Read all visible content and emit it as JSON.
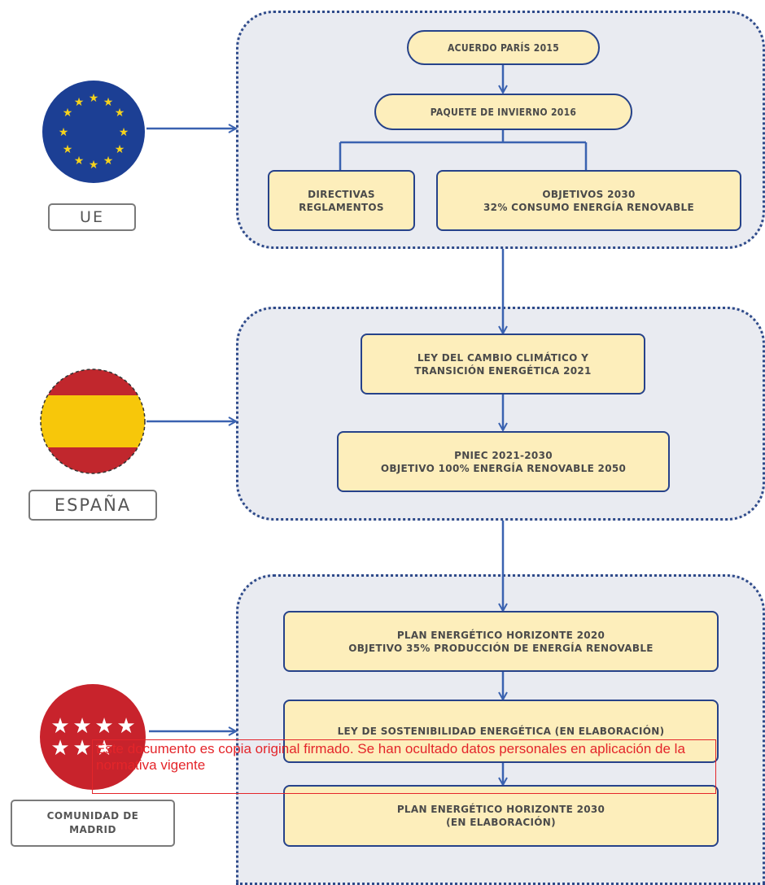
{
  "ue": {
    "label": "UE",
    "nodes": {
      "paris": "ACUERDO PARÍS 2015",
      "paquete": "PAQUETE DE INVIERNO 2016",
      "directivas": "DIRECTIVAS\nREGLAMENTOS",
      "objetivos": "OBJETIVOS 2030\n32% CONSUMO ENERGÍA RENOVABLE"
    }
  },
  "espana": {
    "label": "ESPAÑA",
    "nodes": {
      "ley": "LEY DEL CAMBIO CLIMÁTICO Y\nTRANSICIÓN ENERGÉTICA 2021",
      "pniec": "PNIEC 2021-2030\nOBJETIVO 100% ENERGÍA RENOVABLE 2050"
    }
  },
  "madrid": {
    "label": "COMUNIDAD DE\nMADRID",
    "nodes": {
      "plan2020": "PLAN ENERGÉTICO HORIZONTE 2020\nOBJETIVO 35% PRODUCCIÓN DE ENERGÍA RENOVABLE",
      "ley_sost": "LEY DE SOSTENIBILIDAD ENERGÉTICA  (EN ELABORACIÓN)",
      "plan2030": "PLAN ENERGÉTICO HORIZONTE 2030\n(EN ELABORACIÓN)"
    }
  },
  "stamp_text": "Este documento es copia original firmado. Se han ocultado datos personales en aplicación de la normativa vigente",
  "colors": {
    "panel": "#e9ebf1",
    "node_fill": "#fdeebb",
    "border": "#26428a",
    "eu_blue": "#1c3f94",
    "eu_star": "#f5d21c",
    "es_red": "#c1272d",
    "es_yellow": "#f7c70a",
    "madrid_red": "#c8232c",
    "stamp_red": "#e4252a"
  }
}
